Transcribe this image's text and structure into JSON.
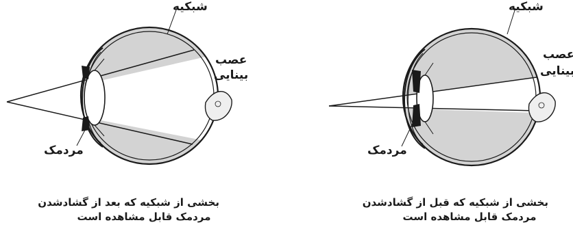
{
  "colors": {
    "ink": "#1a1a1a",
    "fill": "#d3d3d3",
    "background": "#ffffff"
  },
  "left_figure": {
    "label_retina": "شبکیه",
    "label_optic_nerve_1": "عصب",
    "label_optic_nerve_2": "بینایی",
    "label_pupil": "مردمک",
    "caption_1": "بخشی از شبکیه که بعد از گشادشدن",
    "caption_2": "مردمک قابل مشاهده است"
  },
  "right_figure": {
    "label_retina": "شبکیه",
    "label_optic_nerve_1": "عصب",
    "label_optic_nerve_2": "بینایی",
    "label_pupil": "مردمک",
    "caption_1": "بخشی از شبکیه که قبل از گشادشدن",
    "caption_2": "مردمک قابل مشاهده است"
  }
}
